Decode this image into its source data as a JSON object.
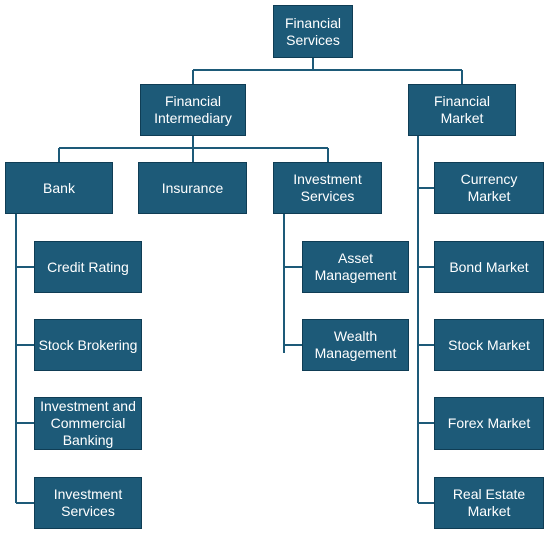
{
  "nodes": {
    "financial_services": "Financial\nServices",
    "financial_intermediary": "Financial\nIntermediary",
    "financial_market": "Financial\nMarket",
    "bank": "Bank",
    "insurance": "Insurance",
    "investment_services_top": "Investment\nServices",
    "credit_rating": "Credit Rating",
    "stock_brokering": "Stock Brokering",
    "investment_commercial_banking": "Investment and\nCommercial\nBanking",
    "investment_services_bank": "Investment\nServices",
    "asset_management": "Asset\nManagement",
    "wealth_management": "Wealth\nManagement",
    "currency_market": "Currency\nMarket",
    "bond_market": "Bond Market",
    "stock_market": "Stock Market",
    "forex_market": "Forex Market",
    "real_estate_market": "Real Estate\nMarket"
  },
  "colors": {
    "box_fill": "#1d5a78",
    "box_text": "#ffffff",
    "connector": "#1d5a78"
  }
}
